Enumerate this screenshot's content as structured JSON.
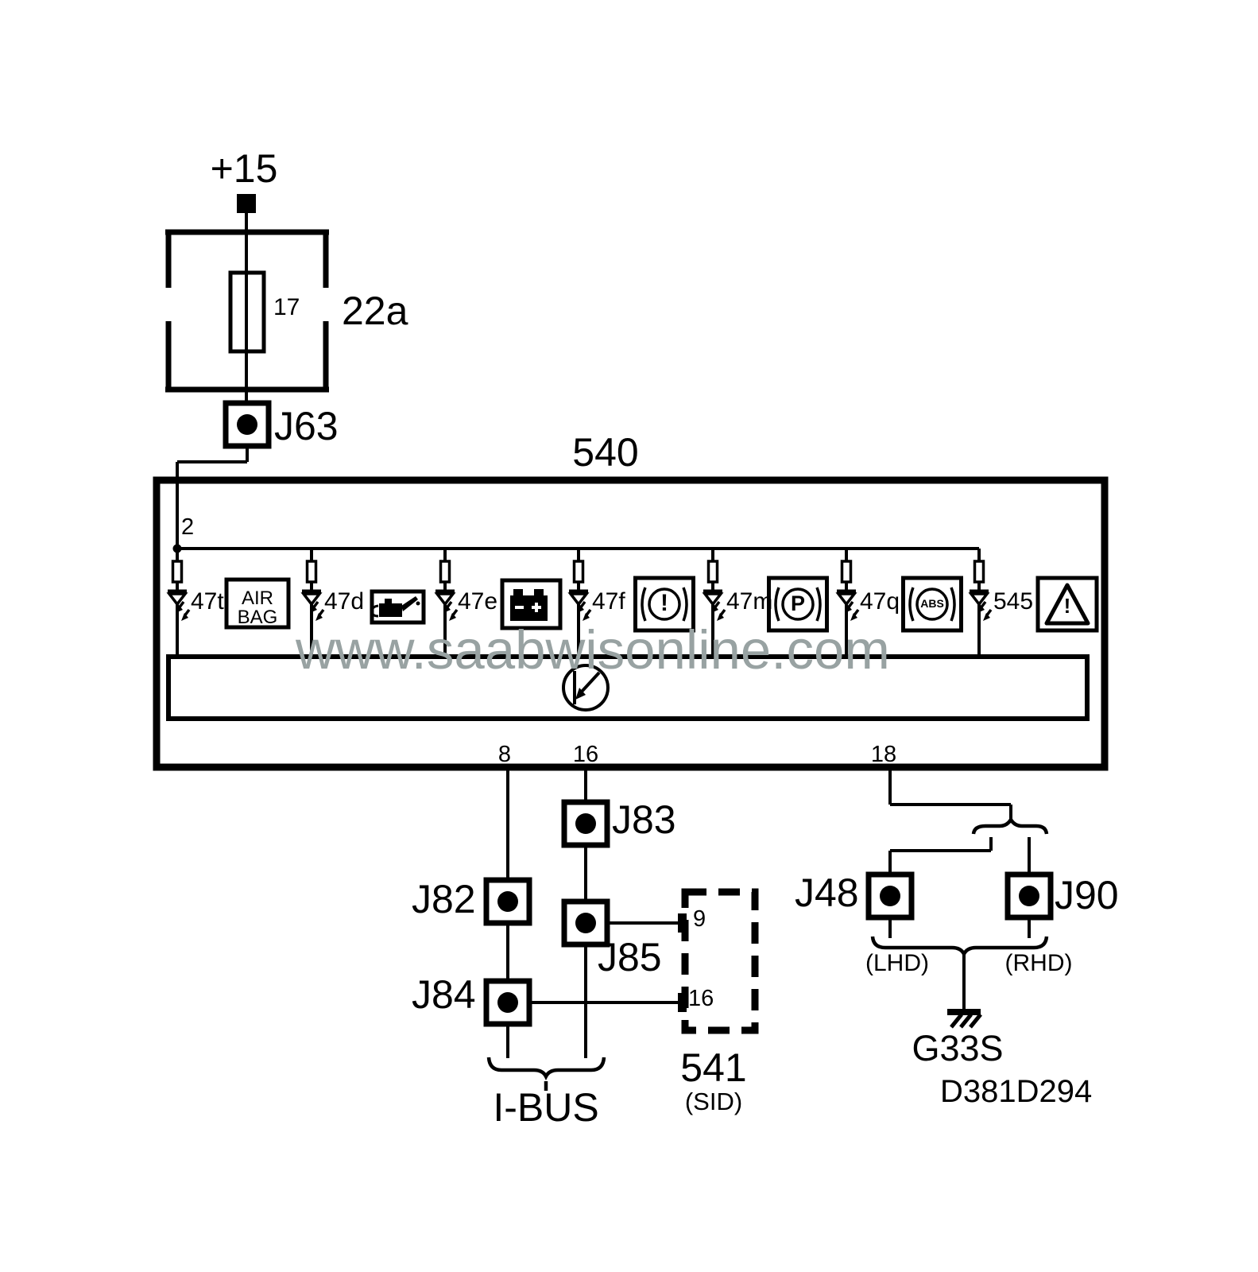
{
  "watermark": "www.saabwisonline.com",
  "colors": {
    "line": "#000000",
    "background": "#ffffff",
    "watermark": "#98a2a2"
  },
  "power_feed": {
    "label": "+15"
  },
  "fuse_box": {
    "id": "22a",
    "fuse_number": "17"
  },
  "main_unit": {
    "id": "540",
    "pin_in": "2",
    "pins_out": [
      "8",
      "16",
      "18"
    ]
  },
  "lamps": [
    {
      "label": "47t",
      "icon": "airbag-indicator",
      "icon_line1": "AIR",
      "icon_line2": "BAG"
    },
    {
      "label": "47d",
      "icon": "oil-pressure-indicator"
    },
    {
      "label": "47e",
      "icon": "battery-charge-indicator"
    },
    {
      "label": "47f",
      "icon": "brake-warning-indicator",
      "icon_text": "!"
    },
    {
      "label": "47m",
      "icon": "parking-brake-indicator",
      "icon_text": "P"
    },
    {
      "label": "47q",
      "icon": "abs-indicator",
      "icon_text": "ABS"
    },
    {
      "label": "545",
      "icon": "general-warning-indicator",
      "icon_text": "!"
    }
  ],
  "connectors": {
    "j63": "J63",
    "j82": "J82",
    "j83": "J83",
    "j84": "J84",
    "j85": "J85",
    "j48": "J48",
    "j90": "J90"
  },
  "sid_unit": {
    "id": "541",
    "name": "(SID)",
    "pin_top": "9",
    "pin_bottom": "16"
  },
  "ibus": {
    "label": "I-BUS"
  },
  "variants": {
    "left": "(LHD)",
    "right": "(RHD)"
  },
  "ground": {
    "id": "G33S"
  },
  "doc_ref": "D381D294"
}
